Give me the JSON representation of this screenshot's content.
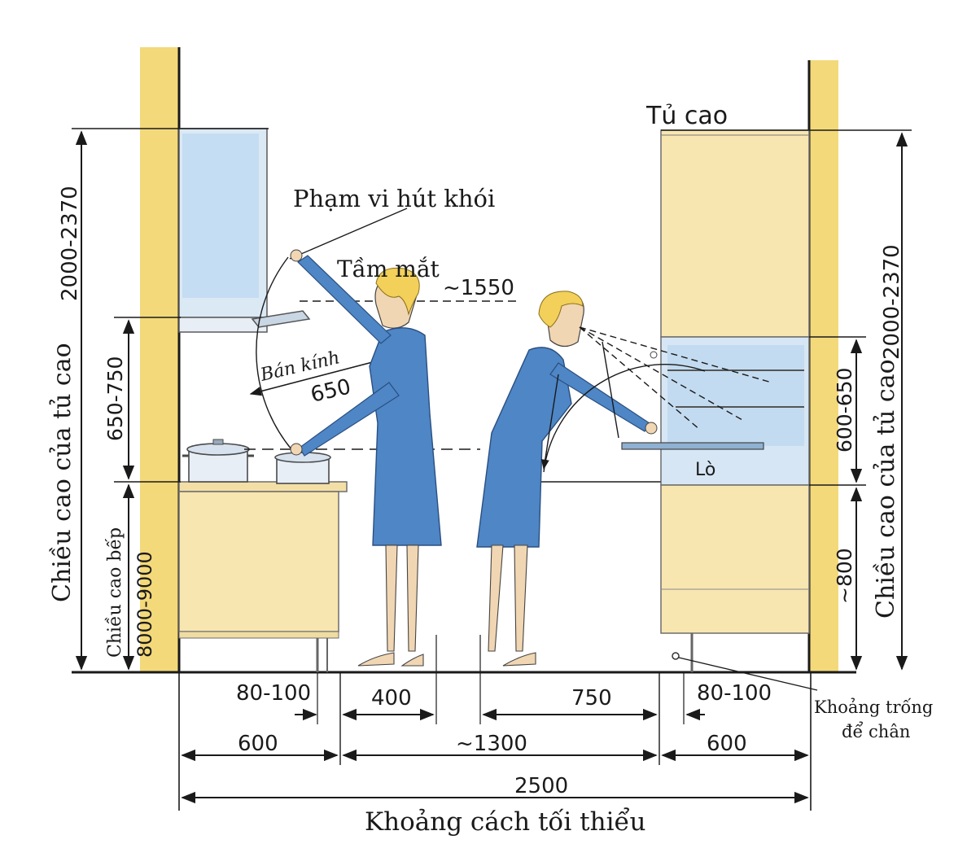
{
  "labels": {
    "tall_cabinet": "Tủ cao",
    "hood_range": "Phạm vi hút khói",
    "eye_level": "Tầm mắt",
    "eye_level_value": "~1550",
    "radius": "Bán kính",
    "radius_value": "650",
    "oven": "Lò",
    "toe_space_line1": "Khoảng trống",
    "toe_space_line2": "để chân",
    "min_distance": "Khoảng cách tối thiểu"
  },
  "vertical_dims": {
    "left_total_value": "2000-2370",
    "left_total_label": "Chiều cao của tủ cao",
    "left_gap_value": "650-750",
    "kitchen_height_label": "Chiều cao bếp",
    "kitchen_height_value": "8000-9000",
    "right_total_value": "2000-2370",
    "right_total_label": "Chiều cao của tủ cao",
    "right_oven_value": "600-650",
    "right_lower_value": "~800"
  },
  "horizontal_dims": {
    "left_toe": "80-100",
    "left_person": "400",
    "right_person": "750",
    "right_toe": "80-100",
    "left_depth": "600",
    "middle": "~1300",
    "right_depth": "600",
    "total": "2500"
  },
  "colors": {
    "wall": "#f4d97a",
    "cabinet": "#f8e6b0",
    "glass": "#cfe3f4",
    "dress": "#4e86c6",
    "skin": "#f1d6b3",
    "hair": "#f2d05a"
  }
}
